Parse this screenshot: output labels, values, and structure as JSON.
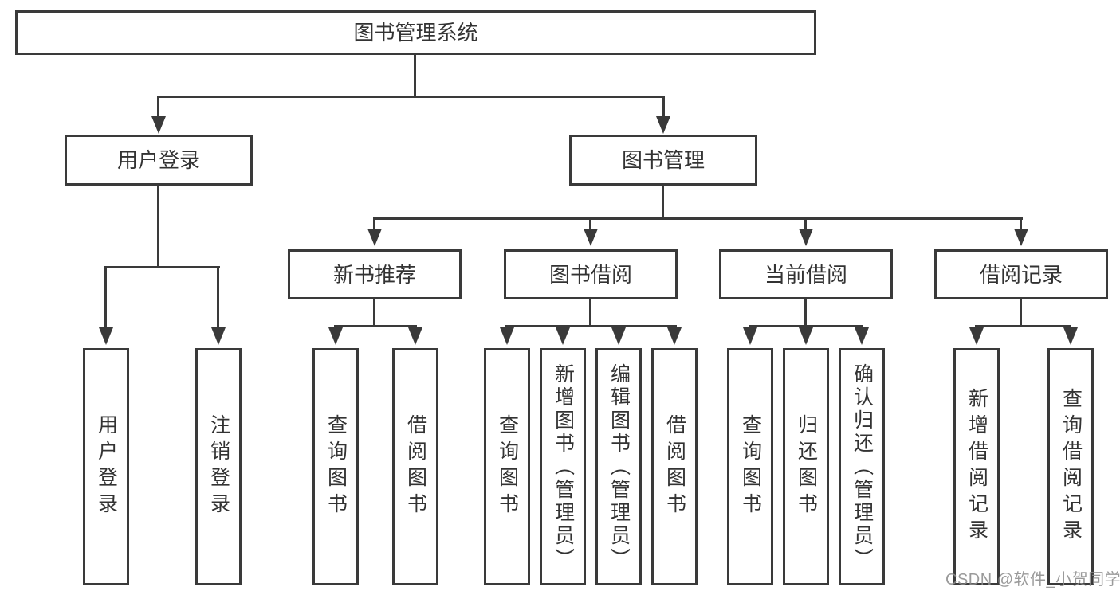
{
  "diagram_type": "hierarchy-tree",
  "colors": {
    "line": "#3a3a3a",
    "text": "#333333",
    "watermark": "#8d8d8d",
    "background": "#ffffff"
  },
  "watermark": {
    "text": "CSDN @软件_小贺同学"
  },
  "tree": {
    "label": "图书管理系统",
    "children": [
      {
        "label": "用户登录",
        "children": [
          {
            "label": "用户登录"
          },
          {
            "label": "注销登录"
          }
        ]
      },
      {
        "label": "图书管理",
        "children": [
          {
            "label": "新书推荐",
            "children": [
              {
                "label": "查询图书"
              },
              {
                "label": "借阅图书"
              }
            ]
          },
          {
            "label": "图书借阅",
            "children": [
              {
                "label": "查询图书"
              },
              {
                "label": "新增图书（管理员）"
              },
              {
                "label": "编辑图书（管理员）"
              },
              {
                "label": "借阅图书"
              }
            ]
          },
          {
            "label": "当前借阅",
            "children": [
              {
                "label": "查询图书"
              },
              {
                "label": "归还图书"
              },
              {
                "label": "确认归还（管理员）"
              }
            ]
          },
          {
            "label": "借阅记录",
            "children": [
              {
                "label": "新增借阅记录"
              },
              {
                "label": "查询借阅记录"
              }
            ]
          }
        ]
      }
    ]
  }
}
